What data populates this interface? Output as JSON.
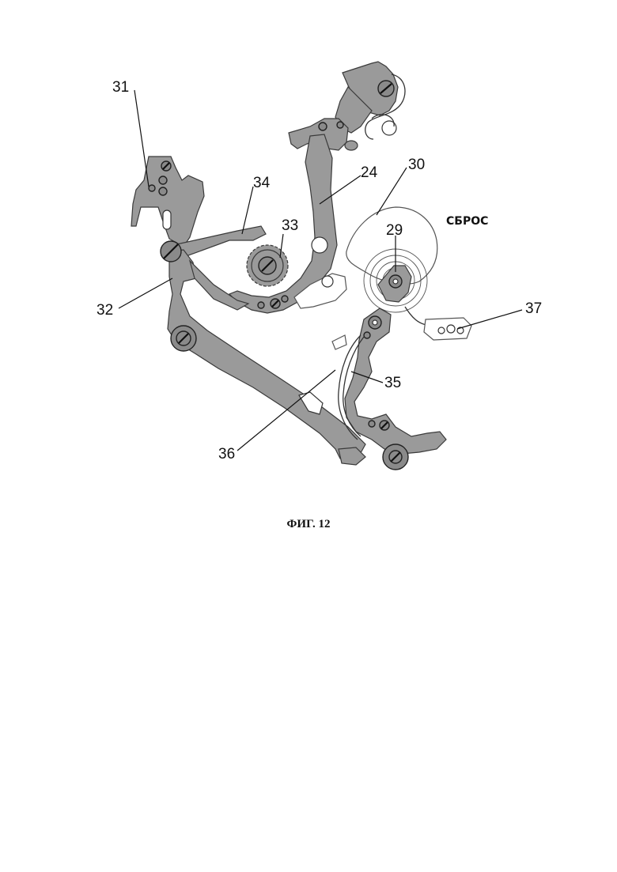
{
  "figure": {
    "reset_label": "СБРОС",
    "caption": "ФИГ. 12",
    "reference_numerals": [
      "31",
      "34",
      "33",
      "24",
      "30",
      "29",
      "32",
      "37",
      "35",
      "36"
    ]
  }
}
